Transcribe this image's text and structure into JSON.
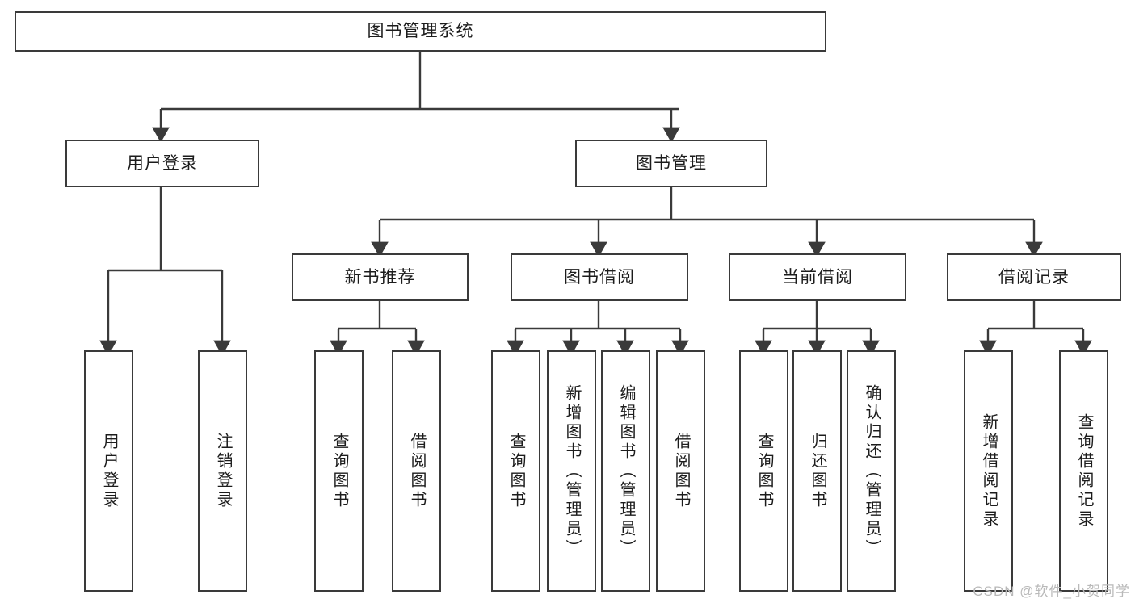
{
  "diagram": {
    "title_node": {
      "label": "图书管理系统"
    },
    "level1": [
      {
        "label": "用户登录"
      },
      {
        "label": "图书管理"
      }
    ],
    "level2": [
      {
        "label": "新书推荐"
      },
      {
        "label": "图书借阅"
      },
      {
        "label": "当前借阅"
      },
      {
        "label": "借阅记录"
      }
    ],
    "leaves": {
      "user_login": [
        {
          "label": "用户登录"
        },
        {
          "label": "注销登录"
        }
      ],
      "new_book_recommend": [
        {
          "label": "查询图书"
        },
        {
          "label": "借阅图书"
        }
      ],
      "book_borrow": [
        {
          "label": "查询图书"
        },
        {
          "label": "新增图书（管理员）"
        },
        {
          "label": "编辑图书（管理员）"
        },
        {
          "label": "借阅图书"
        }
      ],
      "current_borrow": [
        {
          "label": "查询图书"
        },
        {
          "label": "归还图书"
        },
        {
          "label": "确认归还（管理员）"
        }
      ],
      "borrow_record": [
        {
          "label": "新增借阅记录"
        },
        {
          "label": "查询借阅记录"
        }
      ]
    }
  },
  "watermark": {
    "text": "CSDN @软件_小贺同学"
  },
  "colors": {
    "stroke": "#3a3a3a",
    "fill": "#ffffff",
    "text": "#1c1c1c",
    "watermark": "#b9b9b9"
  }
}
